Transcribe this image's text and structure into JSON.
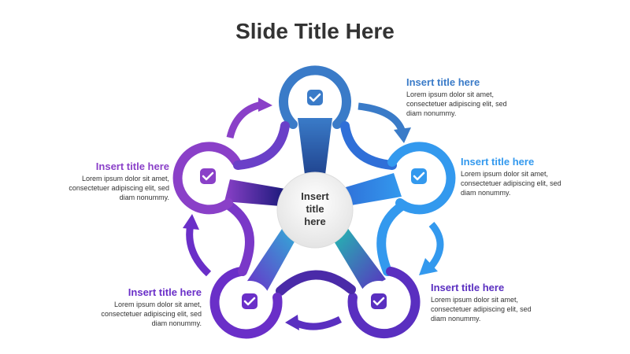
{
  "title": "Slide Title Here",
  "center": {
    "line1": "Insert",
    "line2": "title",
    "line3": "here"
  },
  "colors": {
    "c1": "#3a7bc8",
    "c2": "#3399ee",
    "c3": "#5a2fc0",
    "c4": "#6a2fc8",
    "c5": "#8a40c8",
    "text": "#333333"
  },
  "items": [
    {
      "title": "Insert title here",
      "body1": "Lorem ipsum dolor sit amet,",
      "body2": "consectetuer adipiscing elit, sed",
      "body3": "diam nonummy."
    },
    {
      "title": "Insert title here",
      "body1": "Lorem ipsum dolor sit amet,",
      "body2": "consectetuer adipiscing elit, sed",
      "body3": "diam nonummy."
    },
    {
      "title": "Insert title here",
      "body1": "Lorem ipsum dolor sit amet,",
      "body2": "consectetuer adipiscing elit, sed",
      "body3": "diam nonummy."
    },
    {
      "title": "Insert title here",
      "body1": "Lorem ipsum dolor sit amet,",
      "body2": "consectetuer adipiscing elit, sed",
      "body3": "diam nonummy."
    },
    {
      "title": "Insert title here",
      "body1": "Lorem ipsum dolor sit amet,",
      "body2": "consectetuer adipiscing elit, sed",
      "body3": "diam nonummy."
    }
  ]
}
